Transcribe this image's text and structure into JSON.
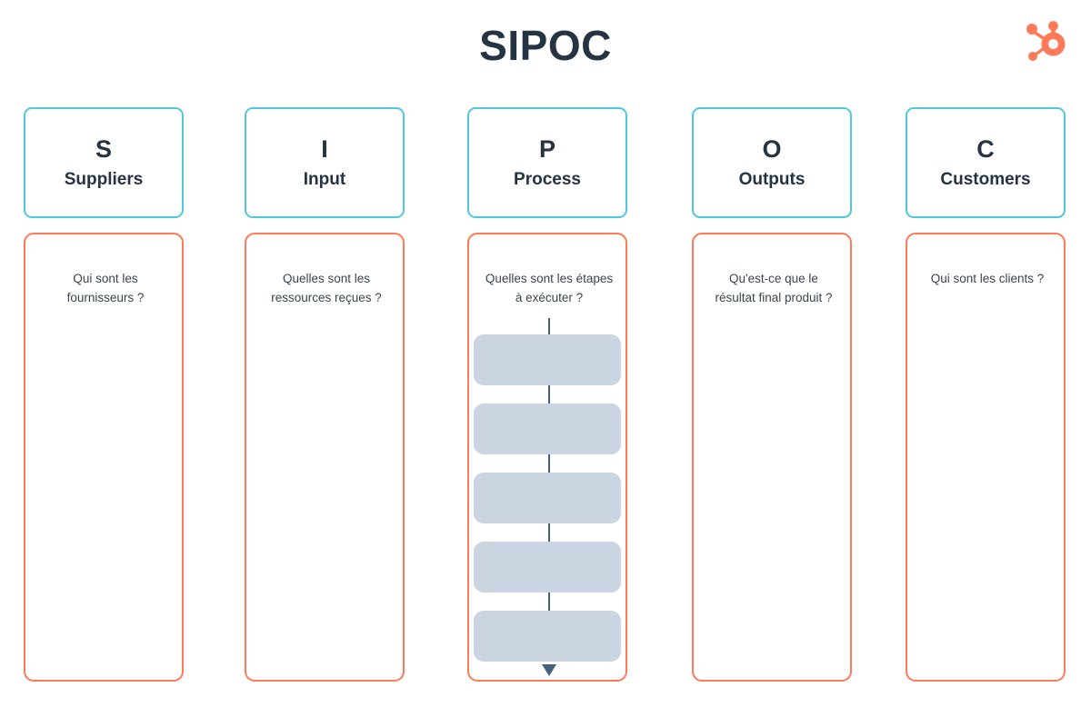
{
  "header": {
    "title": "SIPOC",
    "logo_icon": "hubspot-sprocket-icon"
  },
  "theme": {
    "title_color": "#253342",
    "brand_orange": "#FF7A59",
    "header_border_cyan": "#4FC8DE",
    "process_box_fill": "#CBD5E1",
    "connector_color": "#44627F",
    "body_text_color": "#3B4550",
    "background": "#FFFFFF"
  },
  "columns": [
    {
      "letter": "S",
      "name": "Suppliers",
      "prompt": "Qui sont les\nfournisseurs ?"
    },
    {
      "letter": "I",
      "name": "Input",
      "prompt": "Quelles sont les\nressources reçues ?"
    },
    {
      "letter": "P",
      "name": "Process",
      "prompt": "Quelles sont les étapes\nà exécuter ?"
    },
    {
      "letter": "O",
      "name": "Outputs",
      "prompt": "Qu'est-ce que le\nrésultat final produit ?"
    },
    {
      "letter": "C",
      "name": "Customers",
      "prompt": "Qui sont les clients ?"
    }
  ],
  "process_flow": {
    "step_count": 5,
    "steps": [
      "",
      "",
      "",
      "",
      ""
    ],
    "arrow_direction": "down"
  }
}
